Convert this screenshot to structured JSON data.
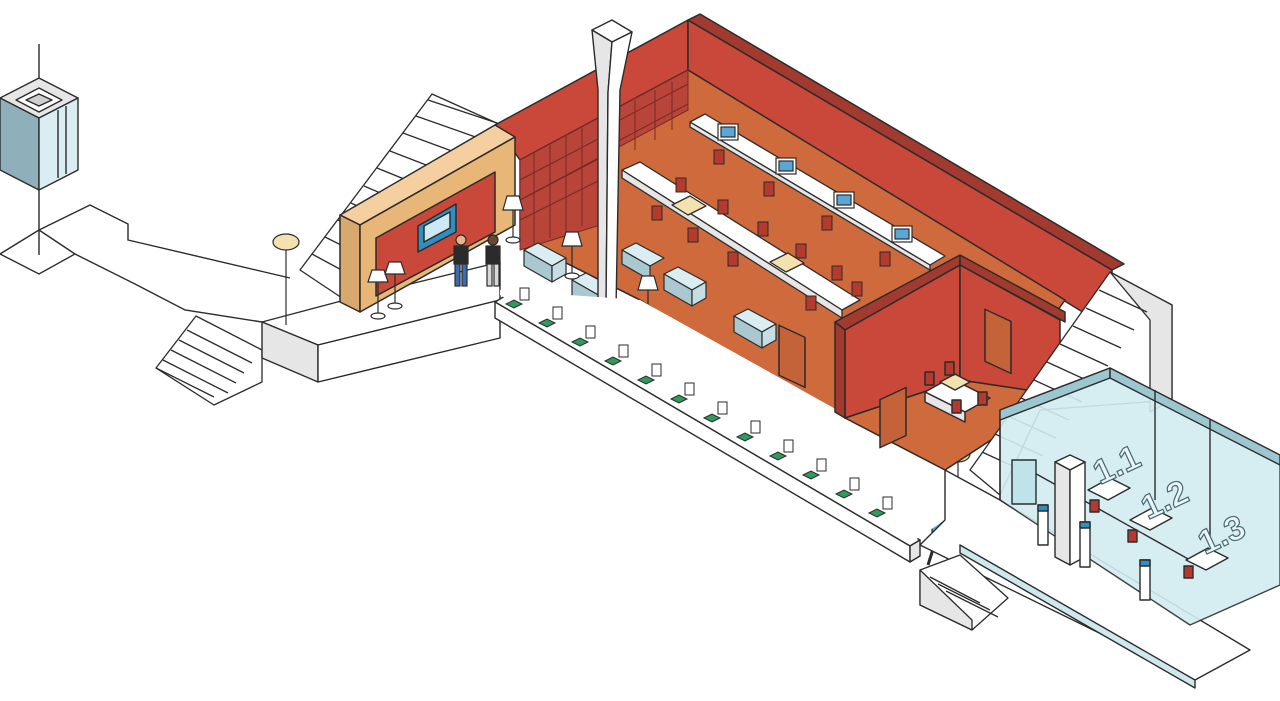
{
  "scene": {
    "room_labels": [
      {
        "id": "1.1",
        "text": "1.1"
      },
      {
        "id": "1.2",
        "text": "1.2"
      },
      {
        "id": "1.3",
        "text": "1.3"
      }
    ]
  },
  "colors": {
    "outline": "#2b2b2b",
    "wall_red": "#c9483a",
    "wall_red_dark": "#a33a2f",
    "floor_orange": "#cf6a3c",
    "plaster_white": "#ffffff",
    "plaster_shade": "#e6e6e6",
    "glass": "#bfe3ea",
    "screen_tan": "#e8b777",
    "chair_red": "#b43a2e",
    "bench_green": "#2f9a5a"
  }
}
